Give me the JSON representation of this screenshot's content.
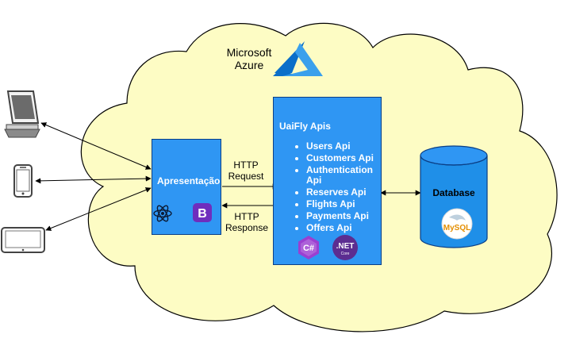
{
  "cloud": {
    "label": "Microsoft\nAzure"
  },
  "presentation": {
    "label": "Apresentação"
  },
  "apis": {
    "title": "UaiFly Apis",
    "items": [
      "Users Api",
      "Customers Api",
      "Authentication Api",
      "Reserves Api",
      "Flights Api",
      "Payments Api",
      "Offers Api"
    ]
  },
  "edges": {
    "request": "HTTP\nRequest",
    "response": "HTTP\nResponse"
  },
  "database": {
    "label": "Database",
    "logo_text": "MySQL"
  },
  "logos": {
    "dotnet_text": ".NET",
    "dotnet_sub": "Core",
    "csharp_text": "C#",
    "bootstrap_text": "B"
  },
  "colors": {
    "cloud_fill": "#fdfcc4",
    "box_fill": "#2f96f3",
    "azure": "#0078d4",
    "db_fill": "#1f8fe8"
  },
  "icons": [
    "desktop-icon",
    "smartphone-icon",
    "tablet-icon",
    "azure-logo-icon",
    "react-icon",
    "bootstrap-icon",
    "csharp-icon",
    "dotnet-icon",
    "mysql-icon"
  ]
}
